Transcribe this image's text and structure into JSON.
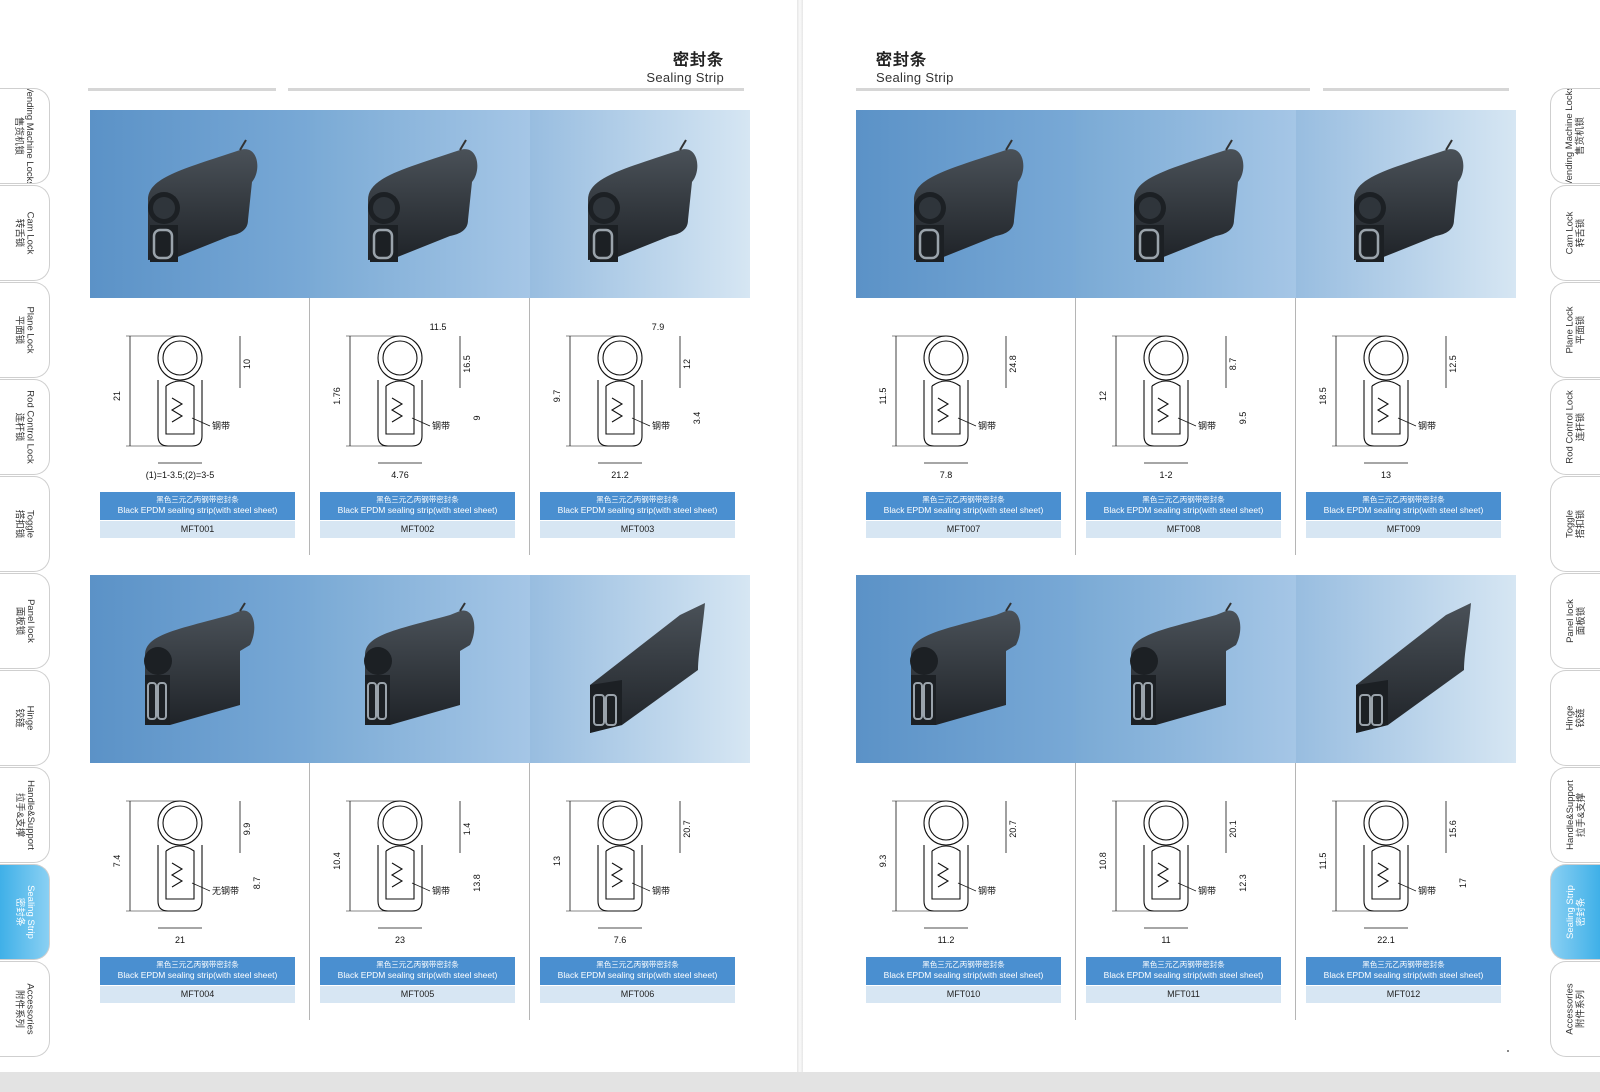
{
  "header": {
    "left": {
      "zh": "密封条",
      "en": "Sealing Strip"
    },
    "right": {
      "zh": "密封条",
      "en": "Sealing Strip"
    }
  },
  "tabs": [
    {
      "en": "Vending Machine Locks",
      "zh": "售货机锁"
    },
    {
      "en": "Cam Lock",
      "zh": "转舌锁"
    },
    {
      "en": "Plane Lock",
      "zh": "平面锁"
    },
    {
      "en": "Rod Control Lock",
      "zh": "连杆锁"
    },
    {
      "en": "Toggle",
      "zh": "搭扣锁"
    },
    {
      "en": "Panel lock",
      "zh": "面板锁"
    },
    {
      "en": "Hinge",
      "zh": "铰链"
    },
    {
      "en": "Handle&Support",
      "zh": "拉手&支撑"
    },
    {
      "en": "Sealing Strip",
      "zh": "密封条",
      "active": true
    },
    {
      "en": "Accessories",
      "zh": "附件系列"
    }
  ],
  "products": [
    {
      "model": "MFT001",
      "zh": "黑色三元乙丙钢带密封条",
      "en": "Black EPDM sealing strip(with steel sheet)",
      "dims": [
        "21",
        "10",
        "(1)=1-3.5;(2)=3-5"
      ],
      "note": "钢带"
    },
    {
      "model": "MFT002",
      "zh": "黑色三元乙丙钢带密封条",
      "en": "Black EPDM sealing strip(with steel sheet)",
      "dims": [
        "1.76",
        "16.5",
        "4.76",
        "9",
        "11.5"
      ],
      "note": "钢带"
    },
    {
      "model": "MFT003",
      "zh": "黑色三元乙丙钢带密封条",
      "en": "Black EPDM sealing strip(with steel sheet)",
      "dims": [
        "9.7",
        "12",
        "21.2",
        "3.4",
        "7.9"
      ],
      "note": "钢带"
    },
    {
      "model": "MFT004",
      "zh": "黑色三元乙丙钢带密封条",
      "en": "Black EPDM sealing strip(with steel sheet)",
      "dims": [
        "7.4",
        "9.9",
        "21",
        "8.7"
      ],
      "note": "无钢带"
    },
    {
      "model": "MFT005",
      "zh": "黑色三元乙丙钢带密封条",
      "en": "Black EPDM sealing strip(with steel sheet)",
      "dims": [
        "10.4",
        "1.4",
        "23",
        "13.8"
      ],
      "note": "钢带"
    },
    {
      "model": "MFT006",
      "zh": "黑色三元乙丙钢带密封条",
      "en": "Black EPDM sealing strip(with steel sheet)",
      "dims": [
        "13",
        "20.7",
        "7.6"
      ],
      "note": "钢带"
    },
    {
      "model": "MFT007",
      "zh": "黑色三元乙丙钢带密封条",
      "en": "Black EPDM sealing strip(with steel sheet)",
      "dims": [
        "11.5",
        "24.8",
        "7.8"
      ],
      "note": "钢带"
    },
    {
      "model": "MFT008",
      "zh": "黑色三元乙丙钢带密封条",
      "en": "Black EPDM sealing strip(with steel sheet)",
      "dims": [
        "12",
        "8.7",
        "1-2",
        "9.5"
      ],
      "note": "钢带"
    },
    {
      "model": "MFT009",
      "zh": "黑色三元乙丙钢带密封条",
      "en": "Black EPDM sealing strip(with steel sheet)",
      "dims": [
        "18.5",
        "12.5",
        "13"
      ],
      "note": "钢带"
    },
    {
      "model": "MFT010",
      "zh": "黑色三元乙丙钢带密封条",
      "en": "Black EPDM sealing strip(with steel sheet)",
      "dims": [
        "9.3",
        "20.7",
        "11.2"
      ],
      "note": "钢带"
    },
    {
      "model": "MFT011",
      "zh": "黑色三元乙丙钢带密封条",
      "en": "Black EPDM sealing strip(with steel sheet)",
      "dims": [
        "10.8",
        "20.1",
        "11",
        "12.3"
      ],
      "note": "钢带"
    },
    {
      "model": "MFT012",
      "zh": "黑色三元乙丙钢带密封条",
      "en": "Black EPDM sealing strip(with steel sheet)",
      "dims": [
        "11.5",
        "15.6",
        "22.1",
        "17"
      ],
      "note": "钢带"
    }
  ],
  "colors": {
    "accent": "#4a8fd0",
    "tab_active": "#3fb0e8",
    "photo_dark": "#5b92c7",
    "photo_light": "#cfe0ef",
    "rubber": "#2b3035"
  }
}
